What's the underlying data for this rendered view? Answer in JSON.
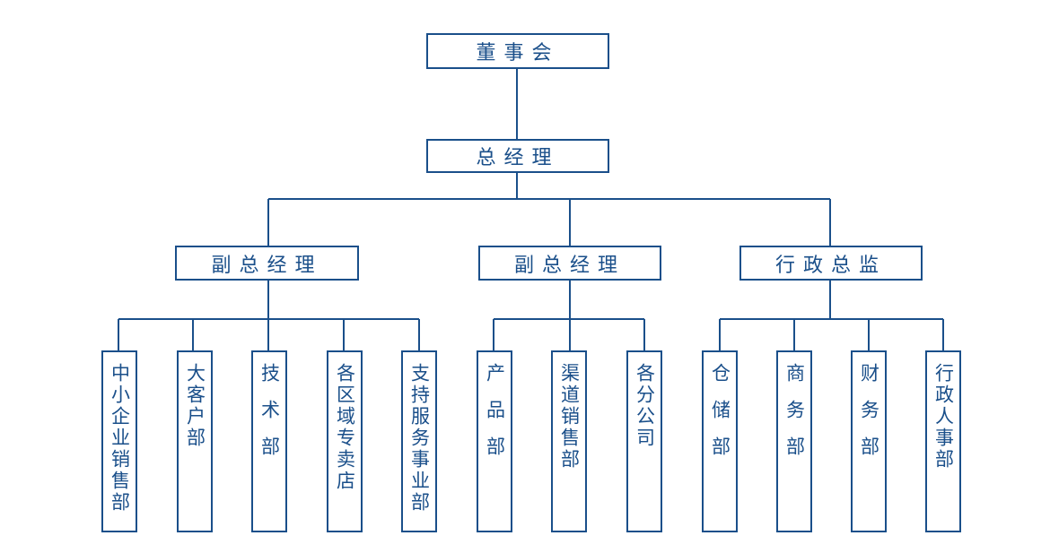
{
  "org_chart": {
    "board": "董事会",
    "gm": "总经理",
    "branches": [
      {
        "title": "副总经理",
        "units": [
          "中小企业销售部",
          "大客户部",
          "技术部",
          "各区域专卖店",
          "支持服务事业部"
        ]
      },
      {
        "title": "副总经理",
        "units": [
          "产品部",
          "渠道销售部",
          "各分公司"
        ]
      },
      {
        "title": "行政总监",
        "units": [
          "仓储部",
          "商务部",
          "财务部",
          "行政人事部"
        ]
      }
    ]
  },
  "colors": {
    "line": "#1a4f8a",
    "text": "#1a4f8a",
    "background": "#ffffff"
  }
}
